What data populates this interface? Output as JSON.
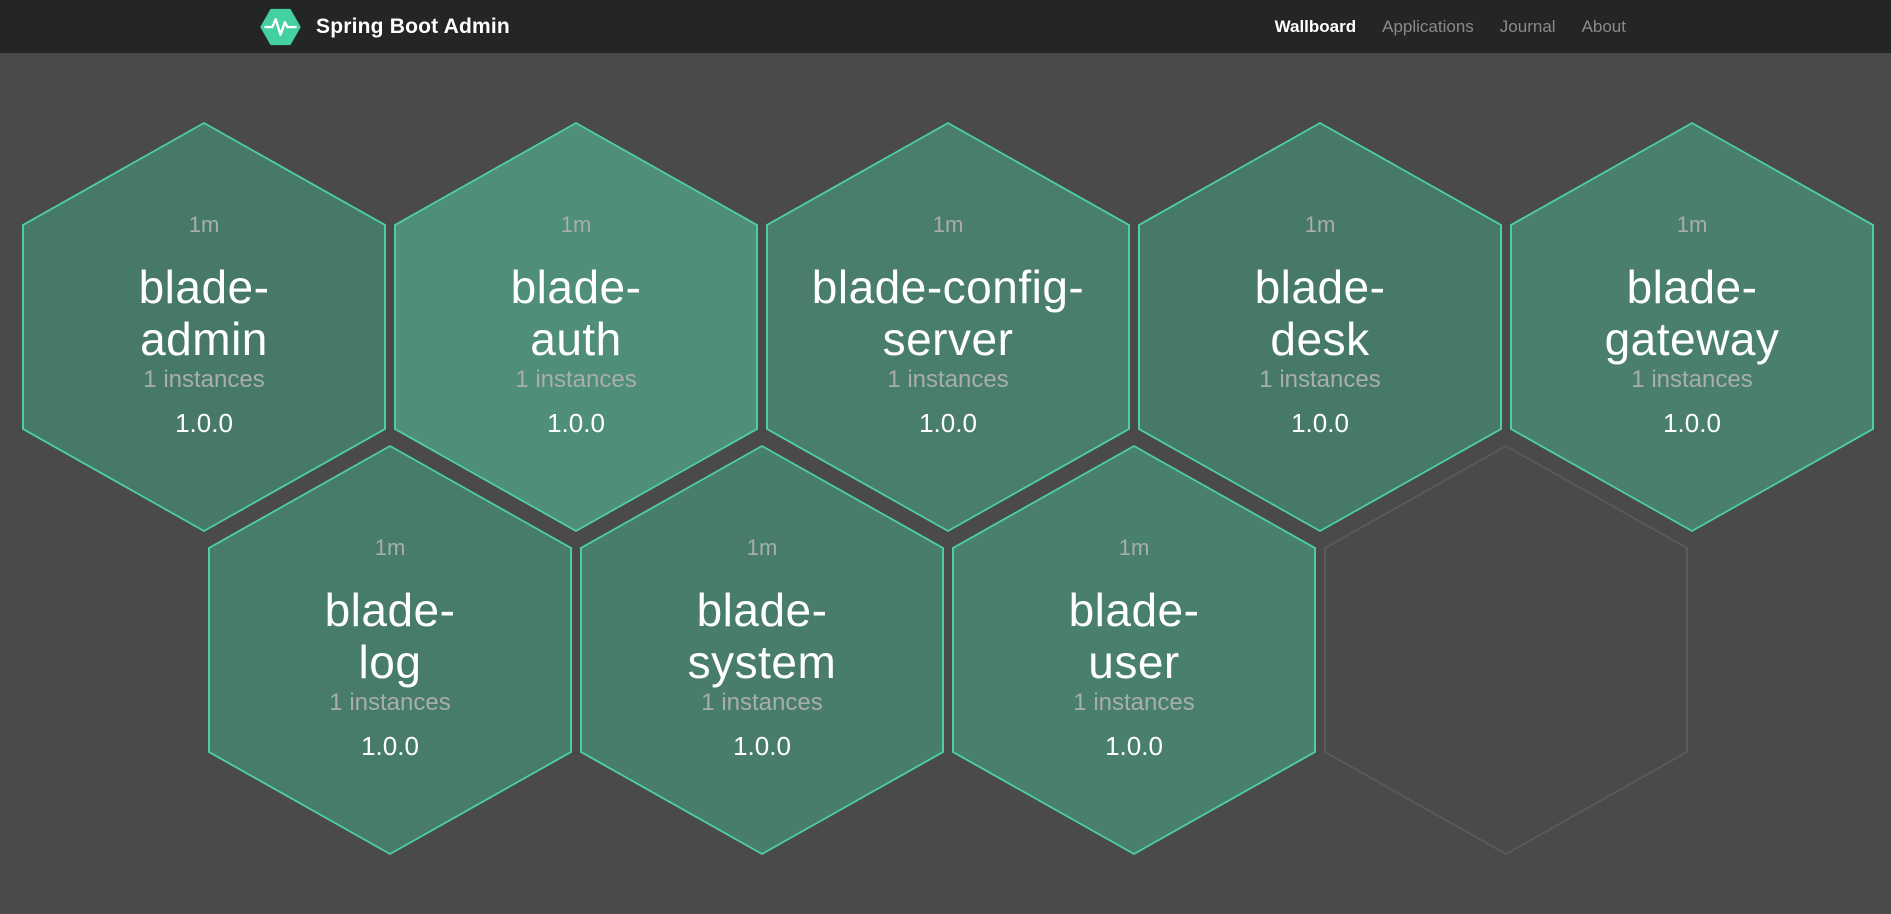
{
  "header": {
    "brand": "Spring Boot Admin",
    "nav": [
      {
        "label": "Wallboard",
        "active": true
      },
      {
        "label": "Applications",
        "active": false
      },
      {
        "label": "Journal",
        "active": false
      },
      {
        "label": "About",
        "active": false
      }
    ]
  },
  "wallboard": {
    "applications": [
      {
        "name": "blade-admin",
        "name_line1": "blade-",
        "name_line2": "admin",
        "uptime": "1m",
        "instances_label": "1 instances",
        "version": "1.0.0",
        "fill_color": "#46796a"
      },
      {
        "name": "blade-auth",
        "name_line1": "blade-",
        "name_line2": "auth",
        "uptime": "1m",
        "instances_label": "1 instances",
        "version": "1.0.0",
        "fill_color": "#4f8e77"
      },
      {
        "name": "blade-config-server",
        "name_line1": "blade-config-",
        "name_line2": "server",
        "uptime": "1m",
        "instances_label": "1 instances",
        "version": "1.0.0",
        "fill_color": "#497e6b"
      },
      {
        "name": "blade-desk",
        "name_line1": "blade-",
        "name_line2": "desk",
        "uptime": "1m",
        "instances_label": "1 instances",
        "version": "1.0.0",
        "fill_color": "#46796a"
      },
      {
        "name": "blade-gateway",
        "name_line1": "blade-",
        "name_line2": "gateway",
        "uptime": "1m",
        "instances_label": "1 instances",
        "version": "1.0.0",
        "fill_color": "#4a7f6b"
      },
      {
        "name": "blade-log",
        "name_line1": "blade-",
        "name_line2": "log",
        "uptime": "1m",
        "instances_label": "1 instances",
        "version": "1.0.0",
        "fill_color": "#477c68"
      },
      {
        "name": "blade-system",
        "name_line1": "blade-",
        "name_line2": "system",
        "uptime": "1m",
        "instances_label": "1 instances",
        "version": "1.0.0",
        "fill_color": "#487d69"
      },
      {
        "name": "blade-user",
        "name_line1": "blade-",
        "name_line2": "user",
        "uptime": "1m",
        "instances_label": "1 instances",
        "version": "1.0.0",
        "fill_color": "#48806c"
      }
    ],
    "empty_slots": 1
  },
  "colors": {
    "page_background": "#4a4a4c",
    "header_background": "#242527",
    "hex_border": "#4dd0a1",
    "empty_hex_border": "#5a5a5b",
    "brand_green": "#45d0a0",
    "text_primary": "#ffffff",
    "text_muted": "#a9aeab",
    "nav_inactive": "#8a8a8a",
    "nav_active": "#ffffff"
  }
}
